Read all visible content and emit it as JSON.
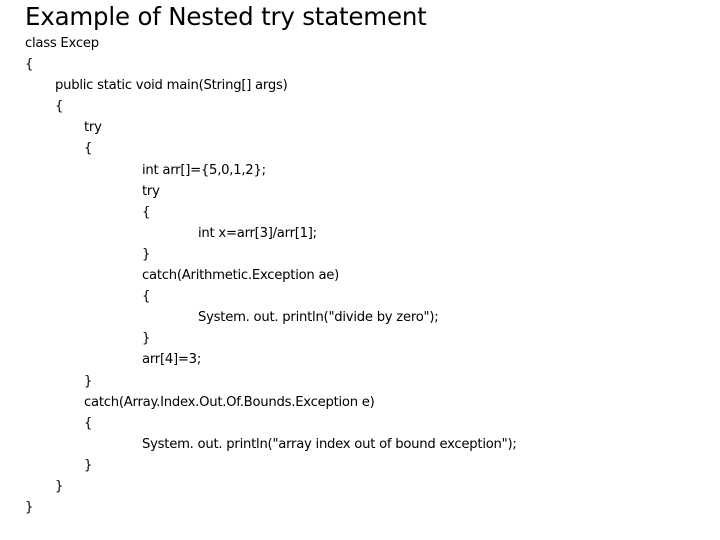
{
  "slide": {
    "title": "Example of Nested try statement",
    "background_color": "#ffffff",
    "text_color": "#000000"
  },
  "code": {
    "language": "java",
    "lines": [
      {
        "indent": 0,
        "text": "class Excep"
      },
      {
        "indent": 0,
        "text": "{"
      },
      {
        "indent": 1,
        "text": "public static void main(String[] args)"
      },
      {
        "indent": 1,
        "text": "{"
      },
      {
        "indent": 2,
        "text": "try"
      },
      {
        "indent": 2,
        "text": "{"
      },
      {
        "indent": 3,
        "text": "int arr[]={5,0,1,2};"
      },
      {
        "indent": 3,
        "text": "try"
      },
      {
        "indent": 3,
        "text": "{"
      },
      {
        "indent": 4,
        "text": "int x=arr[3]/arr[1];"
      },
      {
        "indent": 3,
        "text": "}"
      },
      {
        "indent": 3,
        "text": "catch(Arithmetic.Exception ae)"
      },
      {
        "indent": 3,
        "text": "{"
      },
      {
        "indent": 4,
        "text": "System. out. println(\"divide by zero\");"
      },
      {
        "indent": 3,
        "text": "}"
      },
      {
        "indent": 3,
        "text": "arr[4]=3;"
      },
      {
        "indent": 2,
        "text": "}"
      },
      {
        "indent": 2,
        "text": "catch(Array.Index.Out.Of.Bounds.Exception e)"
      },
      {
        "indent": 2,
        "text": "{"
      },
      {
        "indent": 3,
        "text": "System. out. println(\"array index out of bound exception\");"
      },
      {
        "indent": 2,
        "text": "}"
      },
      {
        "indent": 1,
        "text": "}"
      },
      {
        "indent": 0,
        "text": "}"
      }
    ]
  }
}
